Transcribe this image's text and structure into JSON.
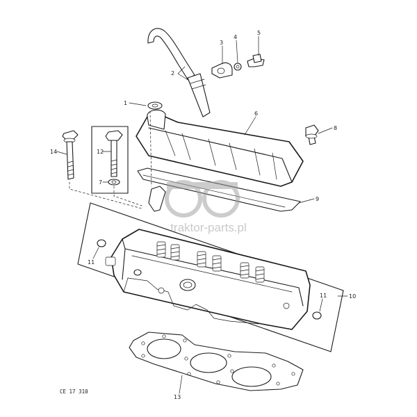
{
  "watermark": {
    "text": "traktor-parts.pl"
  },
  "drawing_code": "CE 17 310",
  "callouts": [
    {
      "id": "c1",
      "number": "1"
    },
    {
      "id": "c2",
      "number": "2"
    },
    {
      "id": "c3",
      "number": "3"
    },
    {
      "id": "c4",
      "number": "4"
    },
    {
      "id": "c5",
      "number": "5"
    },
    {
      "id": "c6",
      "number": "6"
    },
    {
      "id": "c7",
      "number": "7"
    },
    {
      "id": "c8",
      "number": "8"
    },
    {
      "id": "c9",
      "number": "9"
    },
    {
      "id": "c10",
      "number": "10"
    },
    {
      "id": "c11a",
      "number": "11"
    },
    {
      "id": "c11b",
      "number": "11"
    },
    {
      "id": "c12",
      "number": "12"
    },
    {
      "id": "c13",
      "number": "13"
    },
    {
      "id": "c14",
      "number": "14"
    }
  ],
  "colors": {
    "line": "#1a1a1a",
    "watermark": "#9a9a9a",
    "background": "#ffffff"
  }
}
